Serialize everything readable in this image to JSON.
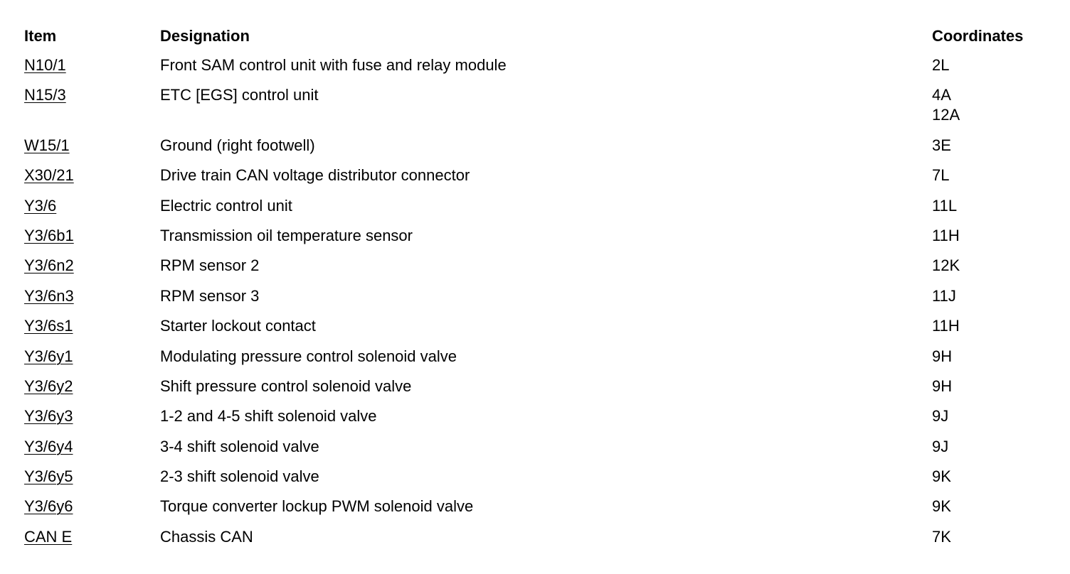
{
  "headers": {
    "item": "Item",
    "designation": "Designation",
    "coordinates": "Coordinates"
  },
  "rows": [
    {
      "item": "N10/1",
      "designation": "Front SAM control unit with fuse and relay module",
      "coordinates": [
        "2L"
      ]
    },
    {
      "item": "N15/3",
      "designation": "ETC [EGS] control unit",
      "coordinates": [
        "4A",
        "12A"
      ]
    },
    {
      "item": "W15/1",
      "designation": "Ground (right footwell)",
      "coordinates": [
        "3E"
      ]
    },
    {
      "item": "X30/21",
      "designation": "Drive train CAN voltage distributor connector",
      "coordinates": [
        "7L"
      ]
    },
    {
      "item": "Y3/6",
      "designation": "Electric control unit",
      "coordinates": [
        "11L"
      ]
    },
    {
      "item": "Y3/6b1",
      "designation": "Transmission oil temperature sensor",
      "coordinates": [
        "11H"
      ]
    },
    {
      "item": "Y3/6n2",
      "designation": "RPM sensor 2",
      "coordinates": [
        "12K"
      ]
    },
    {
      "item": "Y3/6n3",
      "designation": "RPM sensor 3",
      "coordinates": [
        "11J"
      ]
    },
    {
      "item": "Y3/6s1",
      "designation": "Starter lockout contact",
      "coordinates": [
        "11H"
      ]
    },
    {
      "item": "Y3/6y1",
      "designation": "Modulating pressure control solenoid valve",
      "coordinates": [
        "9H"
      ]
    },
    {
      "item": "Y3/6y2",
      "designation": "Shift pressure control solenoid valve",
      "coordinates": [
        "9H"
      ]
    },
    {
      "item": "Y3/6y3",
      "designation": "1-2 and 4-5 shift solenoid valve",
      "coordinates": [
        "9J"
      ]
    },
    {
      "item": "Y3/6y4",
      "designation": "3-4 shift solenoid valve",
      "coordinates": [
        "9J"
      ]
    },
    {
      "item": "Y3/6y5",
      "designation": "2-3 shift solenoid valve",
      "coordinates": [
        "9K"
      ]
    },
    {
      "item": "Y3/6y6",
      "designation": "Torque converter lockup PWM solenoid valve",
      "coordinates": [
        "9K"
      ]
    },
    {
      "item": "CAN E",
      "designation": "Chassis CAN",
      "coordinates": [
        "7K"
      ]
    }
  ]
}
